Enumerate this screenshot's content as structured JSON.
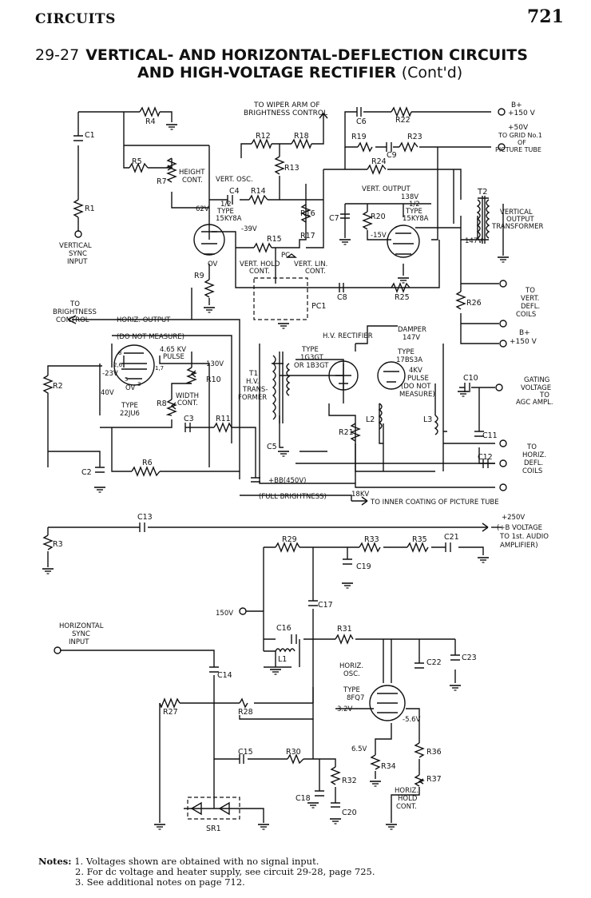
{
  "header": {
    "section": "CIRCUITS",
    "page_number": "721"
  },
  "title": {
    "number": "29-27",
    "line1": "VERTICAL- AND HORIZONTAL-DEFLECTION CIRCUITS",
    "line2": "AND HIGH-VOLTAGE RECTIFIER",
    "cont": "(Cont'd)"
  },
  "labels": {
    "wiper": [
      "TO WIPER ARM OF",
      "BRIGHTNESS CONTROL"
    ],
    "c1": "C1",
    "r4": "R4",
    "r5": "R5",
    "r7": "R7",
    "height": [
      "HEIGHT",
      "CONT."
    ],
    "r1": "R1",
    "vsync": [
      "VERTICAL",
      "SYNC",
      "INPUT"
    ],
    "r12": "R12",
    "r18": "R18",
    "r13": "R13",
    "r19": "R19",
    "c6": "C6",
    "r22": "R22",
    "c9": "C9",
    "r23": "R23",
    "r24": "R24",
    "bplus150": [
      "B+",
      "+150 V"
    ],
    "plus50": [
      "+50V",
      "TO GRID No.1",
      "OF",
      "PICTURE TUBE"
    ],
    "vertosc": "VERT. OSC.",
    "c4": "C4",
    "r14": "R14",
    "v62": "62V",
    "tube1": [
      "1/2",
      "TYPE",
      "15KY8A"
    ],
    "vneg39": "-39V",
    "r15": "R15",
    "r16": "R16",
    "r17": "R17",
    "pc": "PC",
    "vhold": [
      "VERT. HOLD",
      "CONT."
    ],
    "vlin": [
      "VERT. LIN.",
      "CONT."
    ],
    "ov1": "OV",
    "r9": "R9",
    "pc1": "PC1",
    "c8": "C8",
    "r25": "R25",
    "vertout": "VERT. OUTPUT",
    "v138": "138V",
    "tube2": [
      "1/2",
      "TYPE",
      "15KY8A"
    ],
    "c7": "C7",
    "r20": "R20",
    "vneg15": "-15V",
    "v147": "147V",
    "t2": "T2",
    "vot": [
      "VERTICAL",
      "OUTPUT",
      "TRANSFORMER"
    ],
    "r26": "R26",
    "vdefl": [
      "TO",
      "VERT.",
      "DEFL.",
      "COILS"
    ],
    "bplus150b": [
      "B+",
      "+150 V"
    ],
    "tobright": [
      "TO",
      "BRIGHTNESS",
      "CONTROL"
    ],
    "horizout": "HORIZ. OUTPUT",
    "donot": "(DO NOT MEASURE)",
    "kvpulse": [
      "4.65 KV",
      "PULSE"
    ],
    "v130": "130V",
    "pins": [
      "8",
      "2,6",
      "1,7",
      "3",
      "5"
    ],
    "vneg23": "-23V",
    "v40": "40V",
    "ov2": "OV",
    "tube3": [
      "TYPE",
      "22JU6"
    ],
    "r2": "R2",
    "r8": "R8",
    "r10": "R10",
    "width": [
      "WIDTH",
      "CONT."
    ],
    "c3": "C3",
    "r11": "R11",
    "t1": [
      "T1",
      "H.V.",
      "TRANS-",
      "FORMER"
    ],
    "hvrect": "H.V. RECTIFIER",
    "tube4": [
      "TYPE",
      "1G3GT",
      "OR 1B3GT"
    ],
    "damper": [
      "DAMPER",
      "147V"
    ],
    "tube5": [
      "TYPE",
      "17BS3A"
    ],
    "kv4": [
      "4KV",
      "PULSE",
      "(DO NOT",
      "MEASURE)"
    ],
    "r21": "R21",
    "l2": "L2",
    "l3": "L3",
    "c5": "C5",
    "c2": "C2",
    "r6": "R6",
    "c10": "C10",
    "gating": [
      "GATING",
      "VOLTAGE",
      "TO",
      "AGC AMPL."
    ],
    "c11": "C11",
    "c12": "C12",
    "hdefl": [
      "TO",
      "HORIZ.",
      "DEFL.",
      "COILS"
    ],
    "bb": "+BB(450V)",
    "fullbright": "(FULL BRIGHTNESS)",
    "kv18": "18KV",
    "innercoat": "TO INNER COATING OF PICTURE TUBE",
    "c13": "C13",
    "plus250": [
      "+250V",
      "(+B VOLTAGE",
      "TO 1st. AUDIO",
      "AMPLIFIER)"
    ],
    "r3": "R3",
    "r29": "R29",
    "r33": "R33",
    "r35": "R35",
    "c21": "C21",
    "c19": "C19",
    "c17": "C17",
    "v150": "150V",
    "c16": "C16",
    "r31": "R31",
    "l1": "L1",
    "hsync": [
      "HORIZONTAL",
      "SYNC",
      "INPUT"
    ],
    "c22": "C22",
    "c23": "C23",
    "horizosc": [
      "HORIZ.",
      "OSC."
    ],
    "tube6": [
      "TYPE",
      "8FQ7"
    ],
    "v32": "3.2V",
    "vneg56": "-5.6V",
    "c14": "C14",
    "r27": "R27",
    "r28": "R28",
    "v65": "6.5V",
    "r34": "R34",
    "r36": "R36",
    "r37": "R37",
    "c15": "C15",
    "r30": "R30",
    "r32": "R32",
    "c18": "C18",
    "c20": "C20",
    "hhold": [
      "HORIZ.",
      "HOLD",
      "CONT."
    ],
    "sr1": "SR1"
  },
  "notes": {
    "head": "Notes:",
    "items": [
      "1. Voltages shown are obtained with no signal input.",
      "2. For dc voltage and heater supply, see circuit 29-28, page 725.",
      "3. See additional notes on page 712."
    ]
  }
}
